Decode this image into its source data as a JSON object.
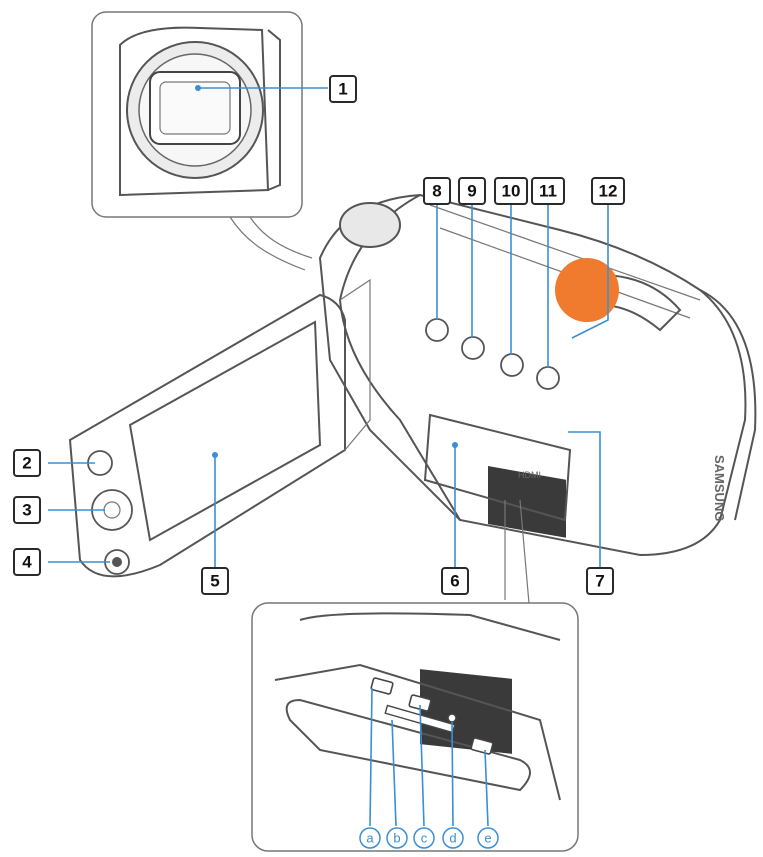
{
  "callouts": {
    "c1": "1",
    "c2": "2",
    "c3": "3",
    "c4": "4",
    "c5": "5",
    "c6": "6",
    "c7": "7",
    "c8": "8",
    "c9": "9",
    "c10": "10",
    "c11": "11",
    "c12": "12"
  },
  "ports": {
    "a": "a",
    "b": "b",
    "c": "c",
    "d": "d",
    "e": "e"
  },
  "engraving": {
    "brand": "SAMSUNG",
    "hdmi": "HDMI"
  },
  "colors": {
    "leader": "#3a8fd4",
    "highlight": "#f07a2e",
    "outline": "#555555"
  }
}
